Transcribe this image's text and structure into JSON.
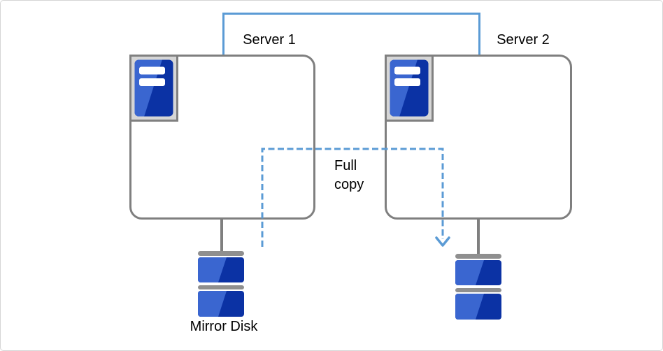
{
  "diagram": {
    "type": "cluster-mirror-disk-topology",
    "nodes": {
      "server1": {
        "label": "Server 1"
      },
      "server2": {
        "label": "Server 2"
      },
      "mirror_disk": {
        "label": "Mirror Disk"
      }
    },
    "annotations": {
      "full_copy": {
        "label": "Full copy",
        "arrow_direction": "from Server 1 mirror disk to Server 2 disk",
        "style": "dashed"
      }
    },
    "connections": [
      {
        "from": "server1",
        "to": "server2",
        "style": "solid",
        "color_key": "accent_blue"
      },
      {
        "from": "server1",
        "to": "mirror_disk_left",
        "style": "solid",
        "color_key": "box_gray"
      },
      {
        "from": "server2",
        "to": "disk_right",
        "style": "solid",
        "color_key": "box_gray"
      }
    ],
    "icons": {
      "server": "server-icon",
      "disk": "disk-stack-icon",
      "arrow": "dashed-arrow-down-icon"
    }
  },
  "colors": {
    "accent_blue": "#5b9bd5",
    "box_gray": "#7f7f7f",
    "frame_fill": "#d6d6d6",
    "frame_stroke": "#808080",
    "icon_blue_dark": "#0b32a4",
    "icon_blue_light": "#3a66d0",
    "disk_bar_gray": "#8f8f8f",
    "canvas_border": "#d5d5d5"
  }
}
